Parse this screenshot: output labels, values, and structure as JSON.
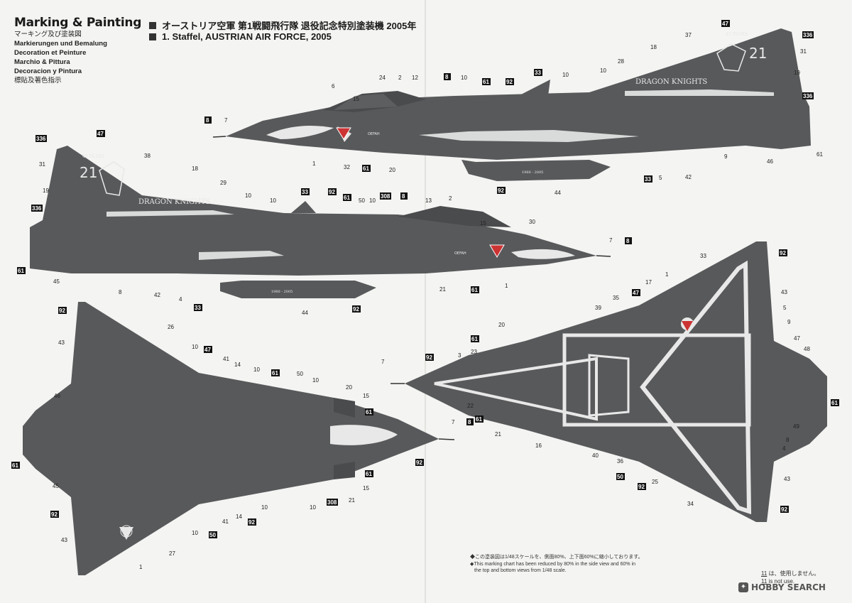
{
  "title": {
    "main": "Marking & Painting",
    "subs": [
      "マーキング及び塗装図",
      "Markierungen und Bemalung",
      "Decoration et Peinture",
      "Marchio & Pittura",
      "Decoracion y Pintura",
      "標貼及著色指示"
    ]
  },
  "header": {
    "line_jp": "オーストリア空軍  第1戦闘飛行隊  退役記念特別塗装機  2005年",
    "line_en": "1. Staffel, AUSTRIAN AIR FORCE, 2005"
  },
  "aircraft": {
    "tail_number": "21",
    "tail_text": "45 YEARS",
    "unit_text": "DRAGON KNIGHTS",
    "tank_text": "1960 - 2005",
    "nose_text": "OEFAH"
  },
  "colors": {
    "aircraft_gray": "#58595b",
    "decal_white": "#e8e8e8",
    "background": "#f4f4f2"
  },
  "notes": {
    "jp": "◆この塗装図は1/48スケールを、側面80%、上下面60%に縮小しております。",
    "en1": "◆This marking chart has been reduced by 80% in the side view and 60% in",
    "en2": "the top and bottom views from 1/48 scale.",
    "unused_jp": "は、使用しません。",
    "unused_en": "is not use.",
    "unused_num": "11"
  },
  "watermark": "HOBBY SEARCH"
}
